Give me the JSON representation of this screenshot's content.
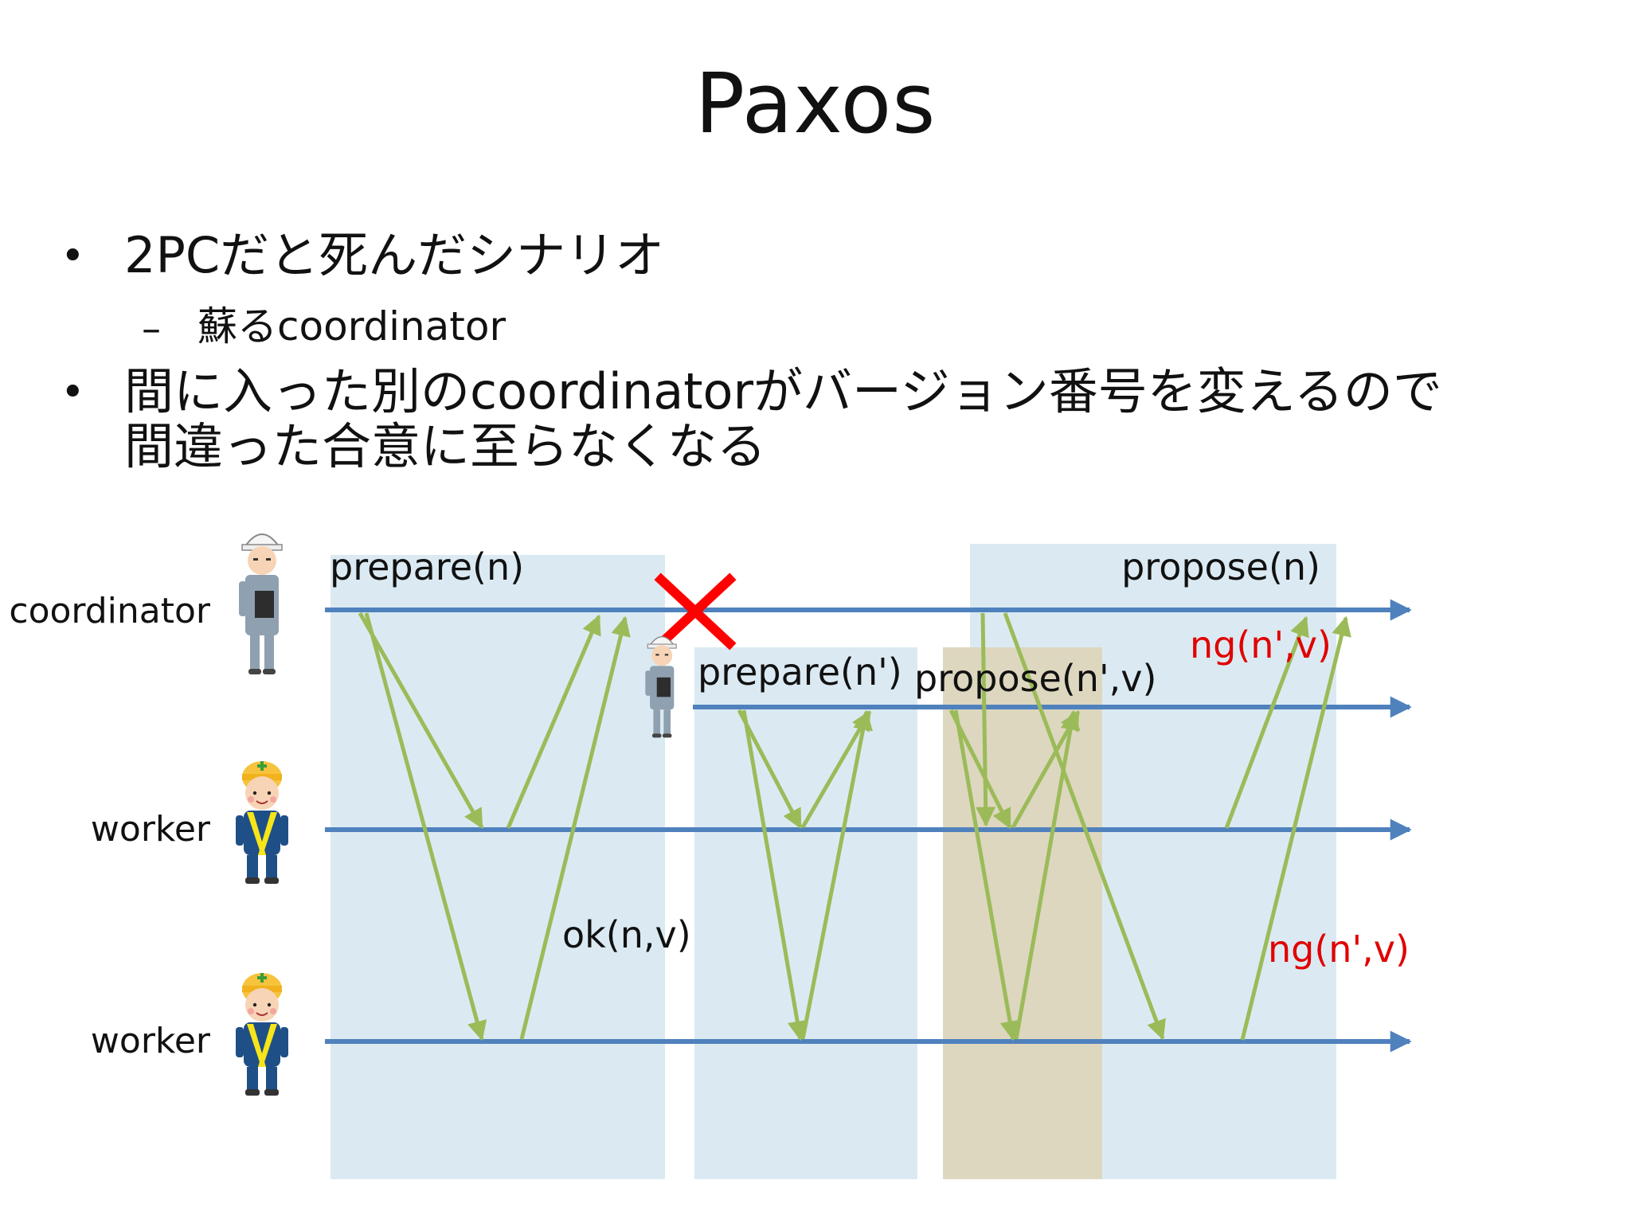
{
  "slide": {
    "title": "Paxos",
    "bullets": [
      {
        "text": "2PCだと死んだシナリオ",
        "sub": [
          "蘇るcoordinator"
        ]
      },
      {
        "line1": "間に入った別のcoordinatorがバージョン番号を変えるので",
        "line2": "間違った合意に至らなくなる"
      }
    ]
  },
  "diagram": {
    "lanes": {
      "coordinator": "coordinator",
      "worker_1": "worker",
      "worker_2": "worker"
    },
    "messages": {
      "prepare_n": "prepare(n)",
      "propose_n": "propose(n)",
      "prepare_n2": "prepare(n')",
      "propose_n2v": "propose(n',v)",
      "ok_nv": "ok(n,v)",
      "ng_top": "ng(n',v)",
      "ng_bottom": "ng(n',v)"
    },
    "colors": {
      "timeline": "#4f81bd",
      "message_arrow": "#9bbb59",
      "phase_blue": "#dbeaf2",
      "phase_tan": "#ddd7bf",
      "error_mark": "#ff0000",
      "ng_text": "#e00000"
    },
    "icons": {
      "coordinator": "helmet-worker-with-clipboard-icon",
      "coordinator_second": "helmet-worker-with-clipboard-icon",
      "worker": "construction-worker-vest-icon",
      "failure": "red-x-icon"
    }
  }
}
